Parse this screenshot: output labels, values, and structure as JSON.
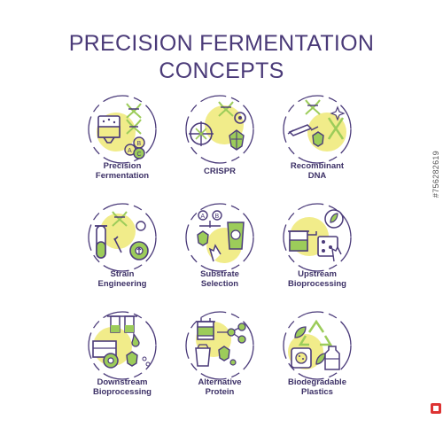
{
  "title_line1": "PRECISION FERMENTATION",
  "title_line2": "CONCEPTS",
  "icons": [
    {
      "label_line1": "Precision",
      "label_line2": "Fermentation",
      "icon": "fermentation-tank-icon"
    },
    {
      "label_line1": "CRISPR",
      "label_line2": "",
      "icon": "crispr-target-icon"
    },
    {
      "label_line1": "Recombinant",
      "label_line2": "DNA",
      "icon": "recombinant-dna-icon"
    },
    {
      "label_line1": "Strain",
      "label_line2": "Engineering",
      "icon": "strain-engineering-icon"
    },
    {
      "label_line1": "Substrate",
      "label_line2": "Selection",
      "icon": "substrate-selection-icon"
    },
    {
      "label_line1": "Upstream",
      "label_line2": "Bioprocessing",
      "icon": "upstream-bioprocessing-icon"
    },
    {
      "label_line1": "Downstream",
      "label_line2": "Bioprocessing",
      "icon": "downstream-bioprocessing-icon"
    },
    {
      "label_line1": "Alternative",
      "label_line2": "Protein",
      "icon": "alternative-protein-icon"
    },
    {
      "label_line1": "Biodegradable",
      "label_line2": "Plastics",
      "icon": "biodegradable-plastics-icon"
    }
  ],
  "stock_id": "#756282619",
  "colors": {
    "title": "#4a3a78",
    "outline": "#4b3b7a",
    "yellow": "#f1ec8a",
    "green": "#9ccc5a"
  }
}
